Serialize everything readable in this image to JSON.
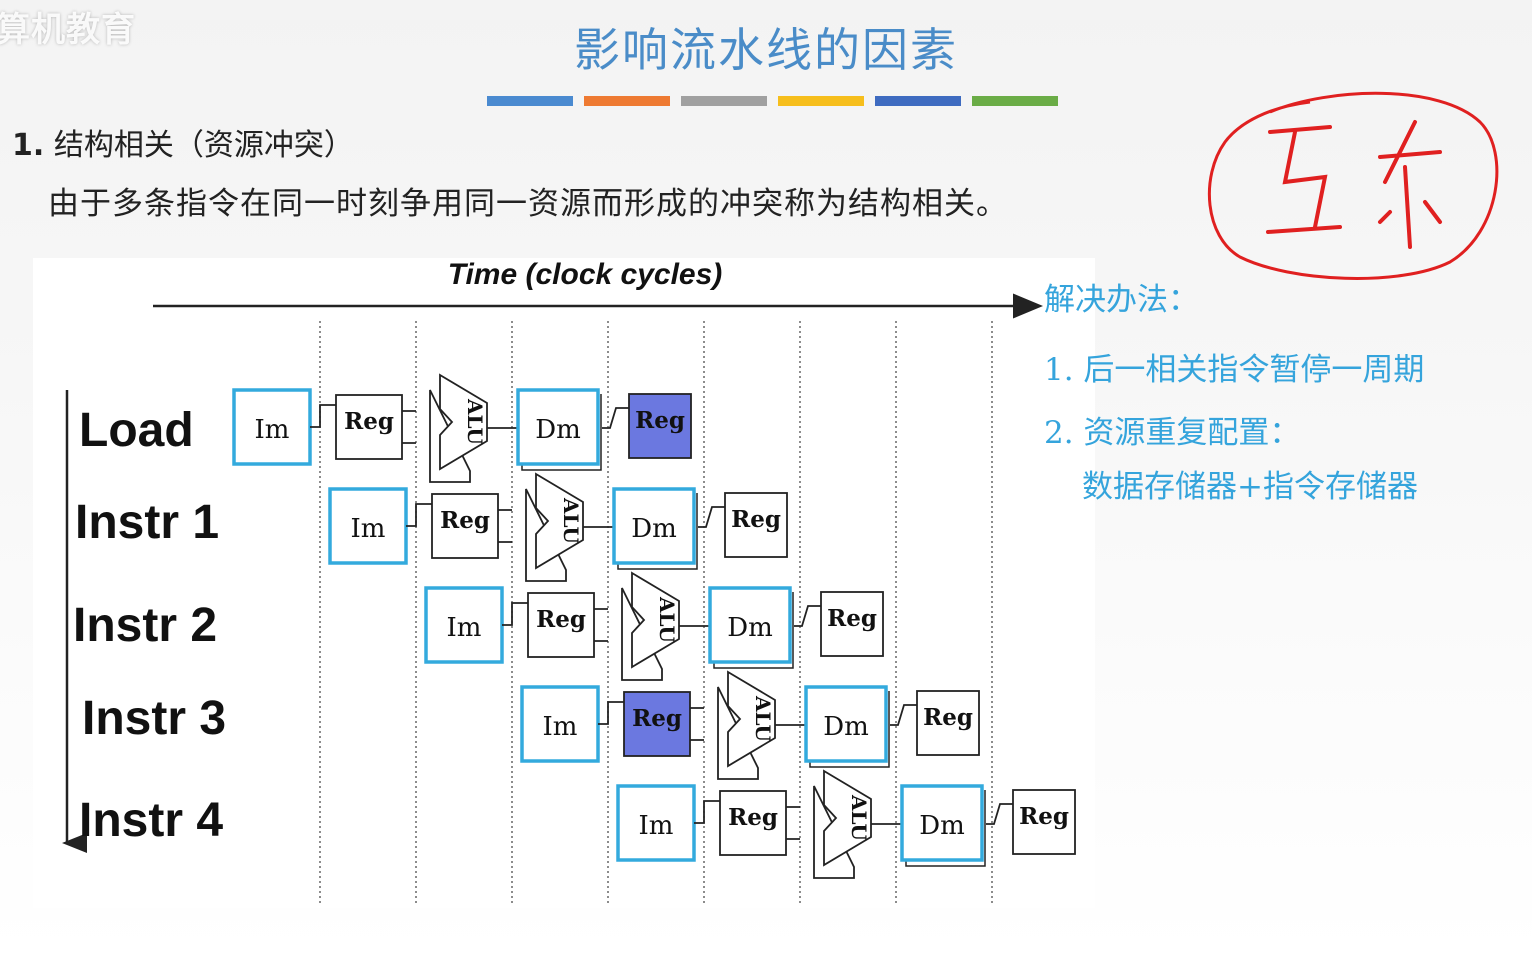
{
  "watermark": "算机教育",
  "title": "影响流水线的因素",
  "color_bar": [
    "#4a8ad0",
    "#ee7a32",
    "#a0a0a0",
    "#f6be1c",
    "#3e6bc0",
    "#6aac46"
  ],
  "section": {
    "number": "1.",
    "heading": "结构相关（资源冲突）",
    "description": "由于多条指令在同一时刻争用同一资源而形成的冲突称为结构相关。"
  },
  "diagram": {
    "axis_label": "Time (clock cycles)",
    "rows": [
      {
        "label": "Load",
        "stages": [
          "Im",
          "Reg",
          "ALU",
          "Dm",
          "Reg"
        ],
        "highlight": [
          4
        ]
      },
      {
        "label": "Instr 1",
        "stages": [
          "Im",
          "Reg",
          "ALU",
          "Dm",
          "Reg"
        ],
        "highlight": []
      },
      {
        "label": "Instr 2",
        "stages": [
          "Im",
          "Reg",
          "ALU",
          "Dm",
          "Reg"
        ],
        "highlight": []
      },
      {
        "label": "Instr 3",
        "stages": [
          "Im",
          "Reg",
          "ALU",
          "Dm",
          "Reg"
        ],
        "highlight": [
          1
        ]
      },
      {
        "label": "Instr 4",
        "stages": [
          "Im",
          "Reg",
          "ALU",
          "Dm",
          "Reg"
        ],
        "highlight": []
      }
    ],
    "colors": {
      "memory_border": "#33aadd",
      "highlight_fill": "#6b78e0",
      "line": "#222222"
    }
  },
  "solutions": {
    "heading": "解决办法：",
    "item1": "1. 后一相关指令暂停一周期",
    "item2": "2. 资源重复配置：",
    "item2_detail": "数据存储器+指令存储器"
  },
  "handwritten_note": "互斥"
}
